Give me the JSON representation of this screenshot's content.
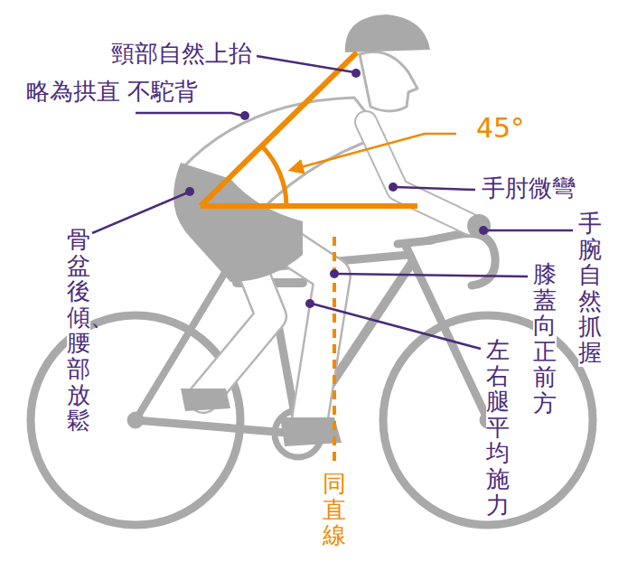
{
  "diagram": {
    "labels": [
      "頸部自然上抬",
      "略為拱直 不駝背",
      "45°",
      "手肘微彎",
      "手腕自然抓握",
      "膝蓋向正前方",
      "左右腿平均施力",
      "骨盆後傾、腰部放鬆",
      "同直線"
    ]
  }
}
